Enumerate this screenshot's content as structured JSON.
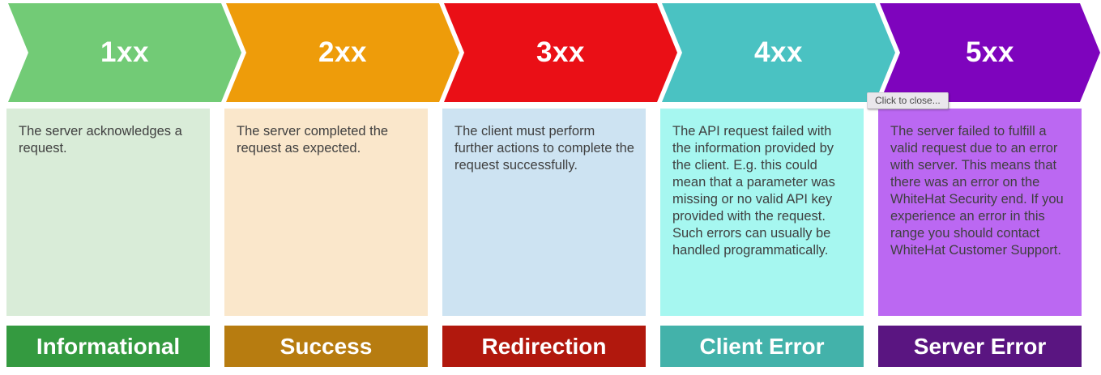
{
  "tooltip": {
    "text": "Click to close..."
  },
  "columns": [
    {
      "code": "1xx",
      "description": "The server acknowledges a request.",
      "label": "Informational",
      "colors": {
        "chevron": "#72cb76",
        "box": "#d9ecd8",
        "bar": "#349a40"
      }
    },
    {
      "code": "2xx",
      "description": "The server completed the request as expected.",
      "label": "Success",
      "colors": {
        "chevron": "#ee9c0a",
        "box": "#fae7cb",
        "bar": "#b77c10"
      }
    },
    {
      "code": "3xx",
      "description": "The client must perform further actions to complete the request successfully.",
      "label": "Redirection",
      "colors": {
        "chevron": "#ea0f16",
        "box": "#cde3f2",
        "bar": "#b1180d"
      }
    },
    {
      "code": "4xx",
      "description": "The API request failed with the information provided by the client. E.g. this could mean that a parameter was missing or no valid API key provided with the request.\nSuch errors can usually be handled programmatically.",
      "label": "Client Error",
      "colors": {
        "chevron": "#4ac2c2",
        "box": "#a6f7f0",
        "bar": "#43b2aa"
      }
    },
    {
      "code": "5xx",
      "description": "The server failed to fulfill a valid request due to an error with server. This means that there was an error on the WhiteHat Security end. If you experience an error in this range you should contact WhiteHat Customer Support.",
      "label": "Server Error",
      "colors": {
        "chevron": "#7e04bd",
        "box": "#bb68f2",
        "bar": "#5a1581"
      }
    }
  ]
}
